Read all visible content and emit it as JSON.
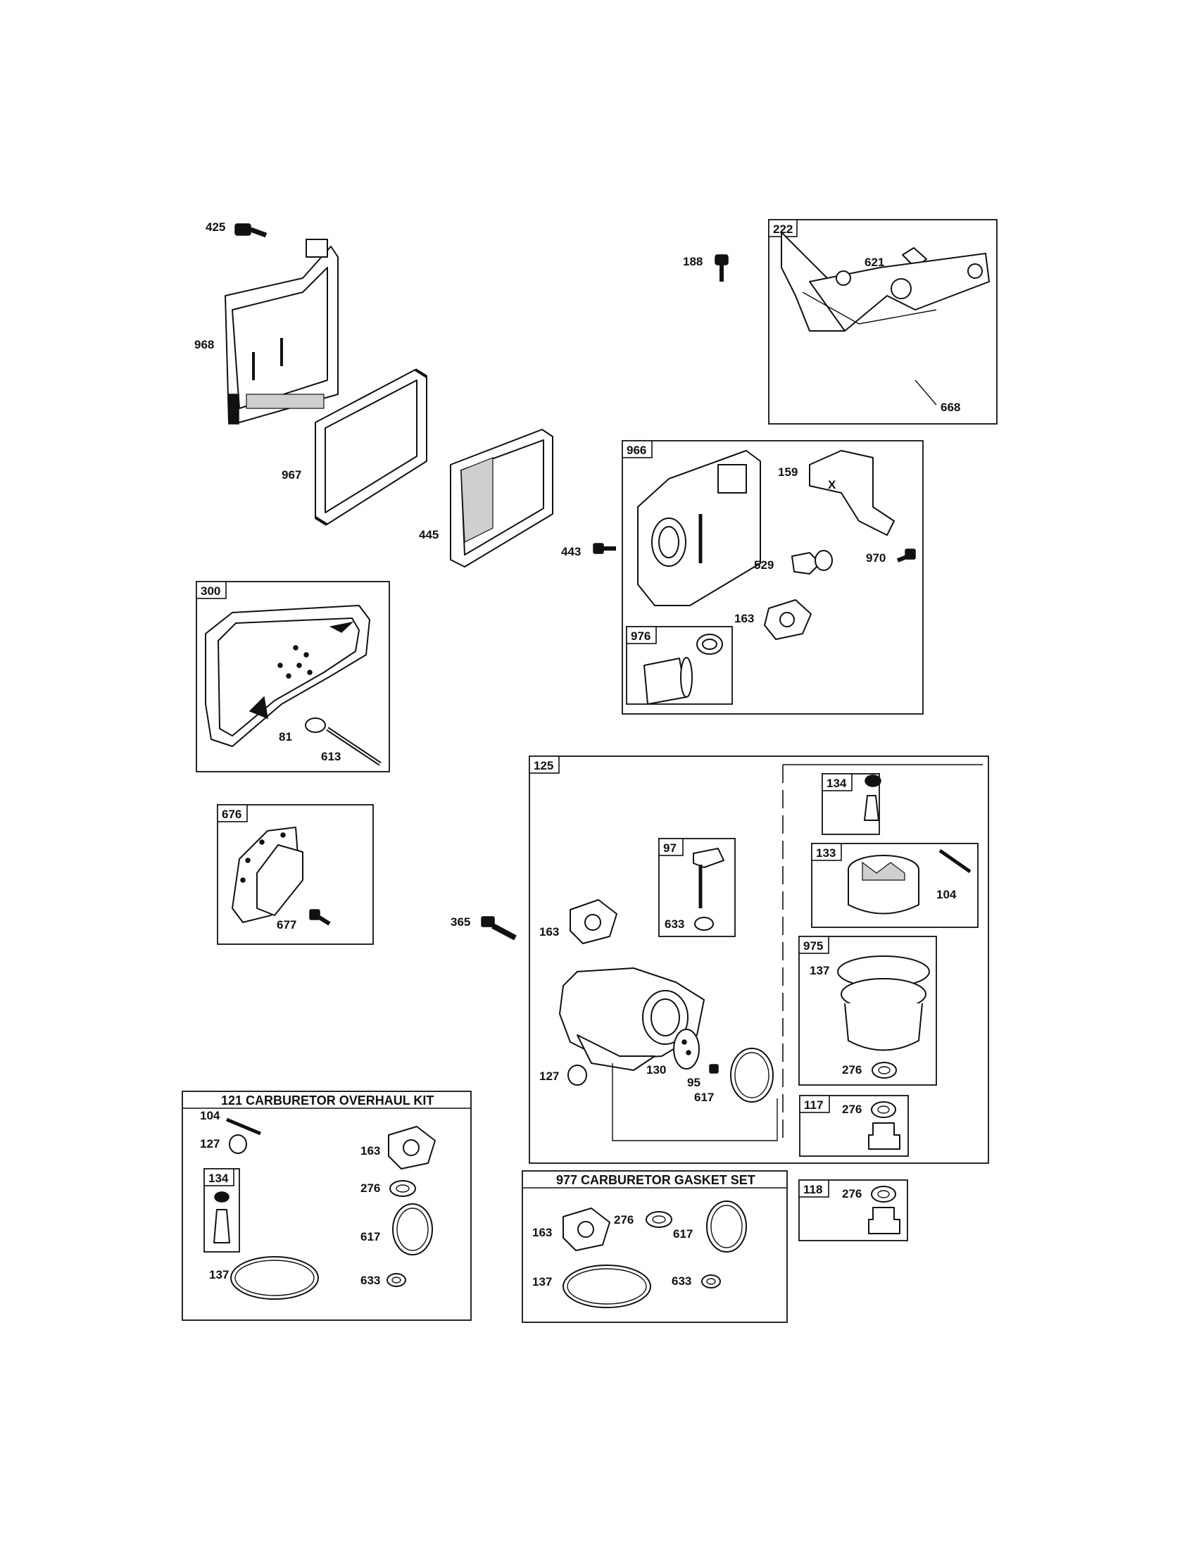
{
  "labels": {
    "p425": "425",
    "p968": "968",
    "p967": "967",
    "p445": "445",
    "p188": "188",
    "p222": "222",
    "p621": "621",
    "p668": "668",
    "p443": "443",
    "p966": "966",
    "p159": "159",
    "p529": "529",
    "p970": "970",
    "p163a": "163",
    "p976": "976",
    "p300": "300",
    "p81": "81",
    "p613": "613",
    "p676": "676",
    "p677": "677",
    "p365": "365",
    "p125": "125",
    "p97": "97",
    "p633a": "633",
    "p163b": "163",
    "p127a": "127",
    "p130": "130",
    "p95": "95",
    "p617a": "617",
    "p134a": "134",
    "p133": "133",
    "p104a": "104",
    "p975": "975",
    "p137a": "137",
    "p276a": "276",
    "p117": "117",
    "p276b": "276",
    "p118": "118",
    "p276c": "276",
    "p104b": "104",
    "p127b": "127",
    "p163c": "163",
    "p134b": "134",
    "p276d": "276",
    "p617b": "617",
    "p137b": "137",
    "p633b": "633",
    "p163d": "163",
    "p276e": "276",
    "p617c": "617",
    "p137c": "137",
    "p633c": "633"
  },
  "kits": {
    "overhaul_title": "121 CARBURETOR OVERHAUL KIT",
    "gasket_title": "977 CARBURETOR GASKET SET"
  }
}
